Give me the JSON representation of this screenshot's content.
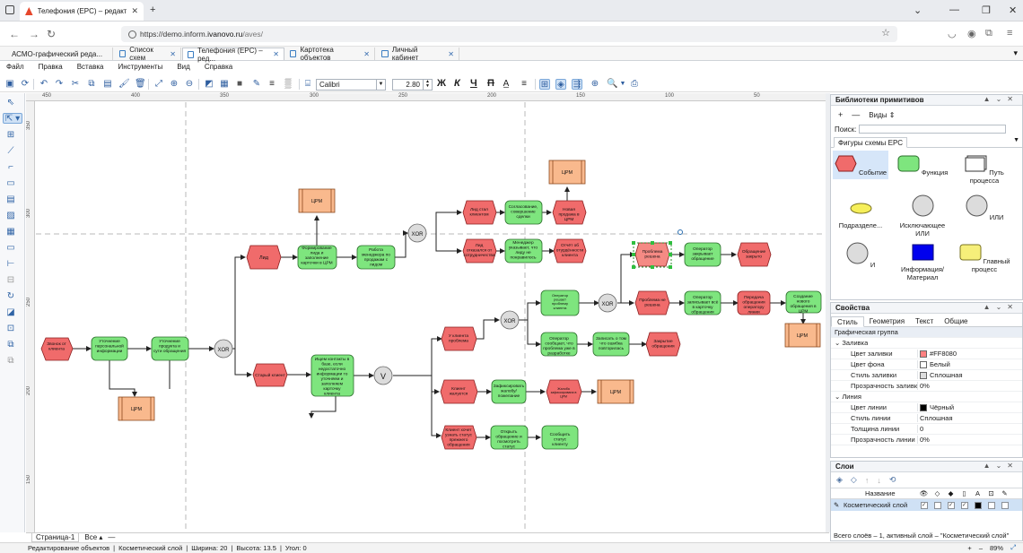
{
  "browser": {
    "active_tab_title": "Телефония (EPC) – редактор",
    "url_host": "https://demo.inform.",
    "url_domain": "ivanovo.ru",
    "url_path": "/aves/"
  },
  "app_tabs": [
    {
      "label": "АСМО-графический реда..."
    },
    {
      "label": "Список схем"
    },
    {
      "label": "Телефония (EPC) – ред..."
    },
    {
      "label": "Картотека объектов"
    },
    {
      "label": "Личный кабинет"
    }
  ],
  "menu": [
    "Файл",
    "Правка",
    "Вставка",
    "Инструменты",
    "Вид",
    "Справка"
  ],
  "toolbar": {
    "font": "Calibri",
    "size": "2.80",
    "bold": "Ж",
    "italic": "К",
    "underline": "Ч",
    "strike": "П"
  },
  "ruler_h": [
    "450",
    "400",
    "350",
    "300",
    "250",
    "200",
    "150",
    "100",
    "50"
  ],
  "ruler_v": [
    "350",
    "300",
    "250",
    "200",
    "150"
  ],
  "diagram": {
    "xor": "XOR",
    "v": "V",
    "nodes": {
      "n_incoming_call": "Звонок от клиента",
      "n_clarify_info": "Уточнение персональной информации",
      "n_clarify_product": "Уточнение продукта и сути обращения",
      "n_crm_bottom": "ЦРМ",
      "n_lead": "Лид",
      "n_create_lead": "Формирование лида и заполнение карточки в ЦРМ",
      "n_crm_top": "ЦРМ",
      "n_manager_work": "Работа менеджера по продажам с лидом",
      "n_lead_became_client": "Лид стал клиентом",
      "n_agree_deal": "Согласование, совершение сделки",
      "n_new_sale": "Новая продажа в ЦРМ",
      "n_crm_top_right": "ЦРМ",
      "n_lead_refused": "Лид отказался от сотрудничества",
      "n_manager_reason": "Менеджер указывает, что лиду не понравилось",
      "n_refusal_report": "Отчёт об отурдённости клиента",
      "n_old_client": "Старый клиент",
      "n_search_contacts": "Ищем контакты в базе, если недостаточно информации то уточняем и заполняем карточку клиента",
      "n_client_problem": "У клиента проблема",
      "n_operator_decide": "Оператор решает проблему клиента",
      "n_problem_solved": "Проблема решена",
      "n_operator_closes": "Оператор закрывает обращение",
      "n_request_closed": "Обращение закрыто",
      "n_problem_unsolved": "Проблема не решена",
      "n_operator_records": "Оператор записывает всё в карточку обращения",
      "n_transfer_request": "Передача обращения оператору линии",
      "n_create_new_request": "Создание нового обращения в ЦРМ",
      "n_crm_right": "ЦРМ",
      "n_operator_reports": "Оператор сообщает, что проблема уже в разработке",
      "n_register_request": "Записать о том что ошибка повторилась",
      "n_request_closing": "Закрытие обращения",
      "n_client_complains": "Клиент жалуется",
      "n_record_complaint": "Зафиксировать жалобу/ пожелание",
      "n_complaint_recorded": "Жалоба зафиксирована в ЦРМ",
      "n_crm_complaint": "ЦРМ",
      "n_client_wants_status": "Клиент хочет узнать статус прежнего обращения",
      "n_open_request": "Открыть обращение и посмотреть статус",
      "n_report_status": "Сообщить статус клиенту"
    }
  },
  "library": {
    "title": "Библиотеки примитивов",
    "view_label": "Виды",
    "search_label": "Поиск:",
    "category": "Фигуры схемы EPC",
    "items": [
      {
        "label": "Событие",
        "shape": "event"
      },
      {
        "label": "Функция",
        "shape": "function"
      },
      {
        "label": "Путь процесса",
        "shape": "process-path"
      },
      {
        "label": "Подразделе...",
        "shape": "org-unit"
      },
      {
        "label": "Исключающее ИЛИ",
        "shape": "xor"
      },
      {
        "label": "ИЛИ",
        "shape": "or"
      },
      {
        "label": "И",
        "shape": "and"
      },
      {
        "label": "Информация/ Материал",
        "shape": "information"
      },
      {
        "label": "Главный процесс",
        "shape": "main-process"
      }
    ]
  },
  "properties": {
    "title": "Свойства",
    "tabs": [
      "Стиль",
      "Геометрия",
      "Текст",
      "Общие"
    ],
    "group": "Графическая группа",
    "fill_section": "Заливка",
    "fill_color_label": "Цвет заливки",
    "fill_color_value": "#FF8080",
    "fill_color_swatch": "#ff8080",
    "bg_color_label": "Цвет фона",
    "bg_color_value": "Белый",
    "fill_style_label": "Стиль заливки",
    "fill_style_value": "Сплошная",
    "fill_transparency_label": "Прозрачность заливки",
    "fill_transparency_value": "0%",
    "line_section": "Линия",
    "line_color_label": "Цвет линии",
    "line_color_value": "Чёрный",
    "line_style_label": "Стиль линии",
    "line_style_value": "Сплошная",
    "line_width_label": "Толщина линии",
    "line_width_value": "0",
    "line_transparency_label": "Прозрачность линии",
    "line_transparency_value": "0%"
  },
  "layers": {
    "title": "Слои",
    "column_name": "Название",
    "layer_name": "Косметический слой",
    "footer": "Всего слоёв – 1, активный слой – \"Косметический слой\""
  },
  "pagebar": {
    "page": "Страница-1",
    "all": "Все"
  },
  "status": {
    "mode": "Редактирование объектов",
    "layer": "Косметический слой",
    "width": "Ширина: 20",
    "height": "Высота: 13.5",
    "angle": "Угол: 0",
    "zoom": "89%"
  }
}
